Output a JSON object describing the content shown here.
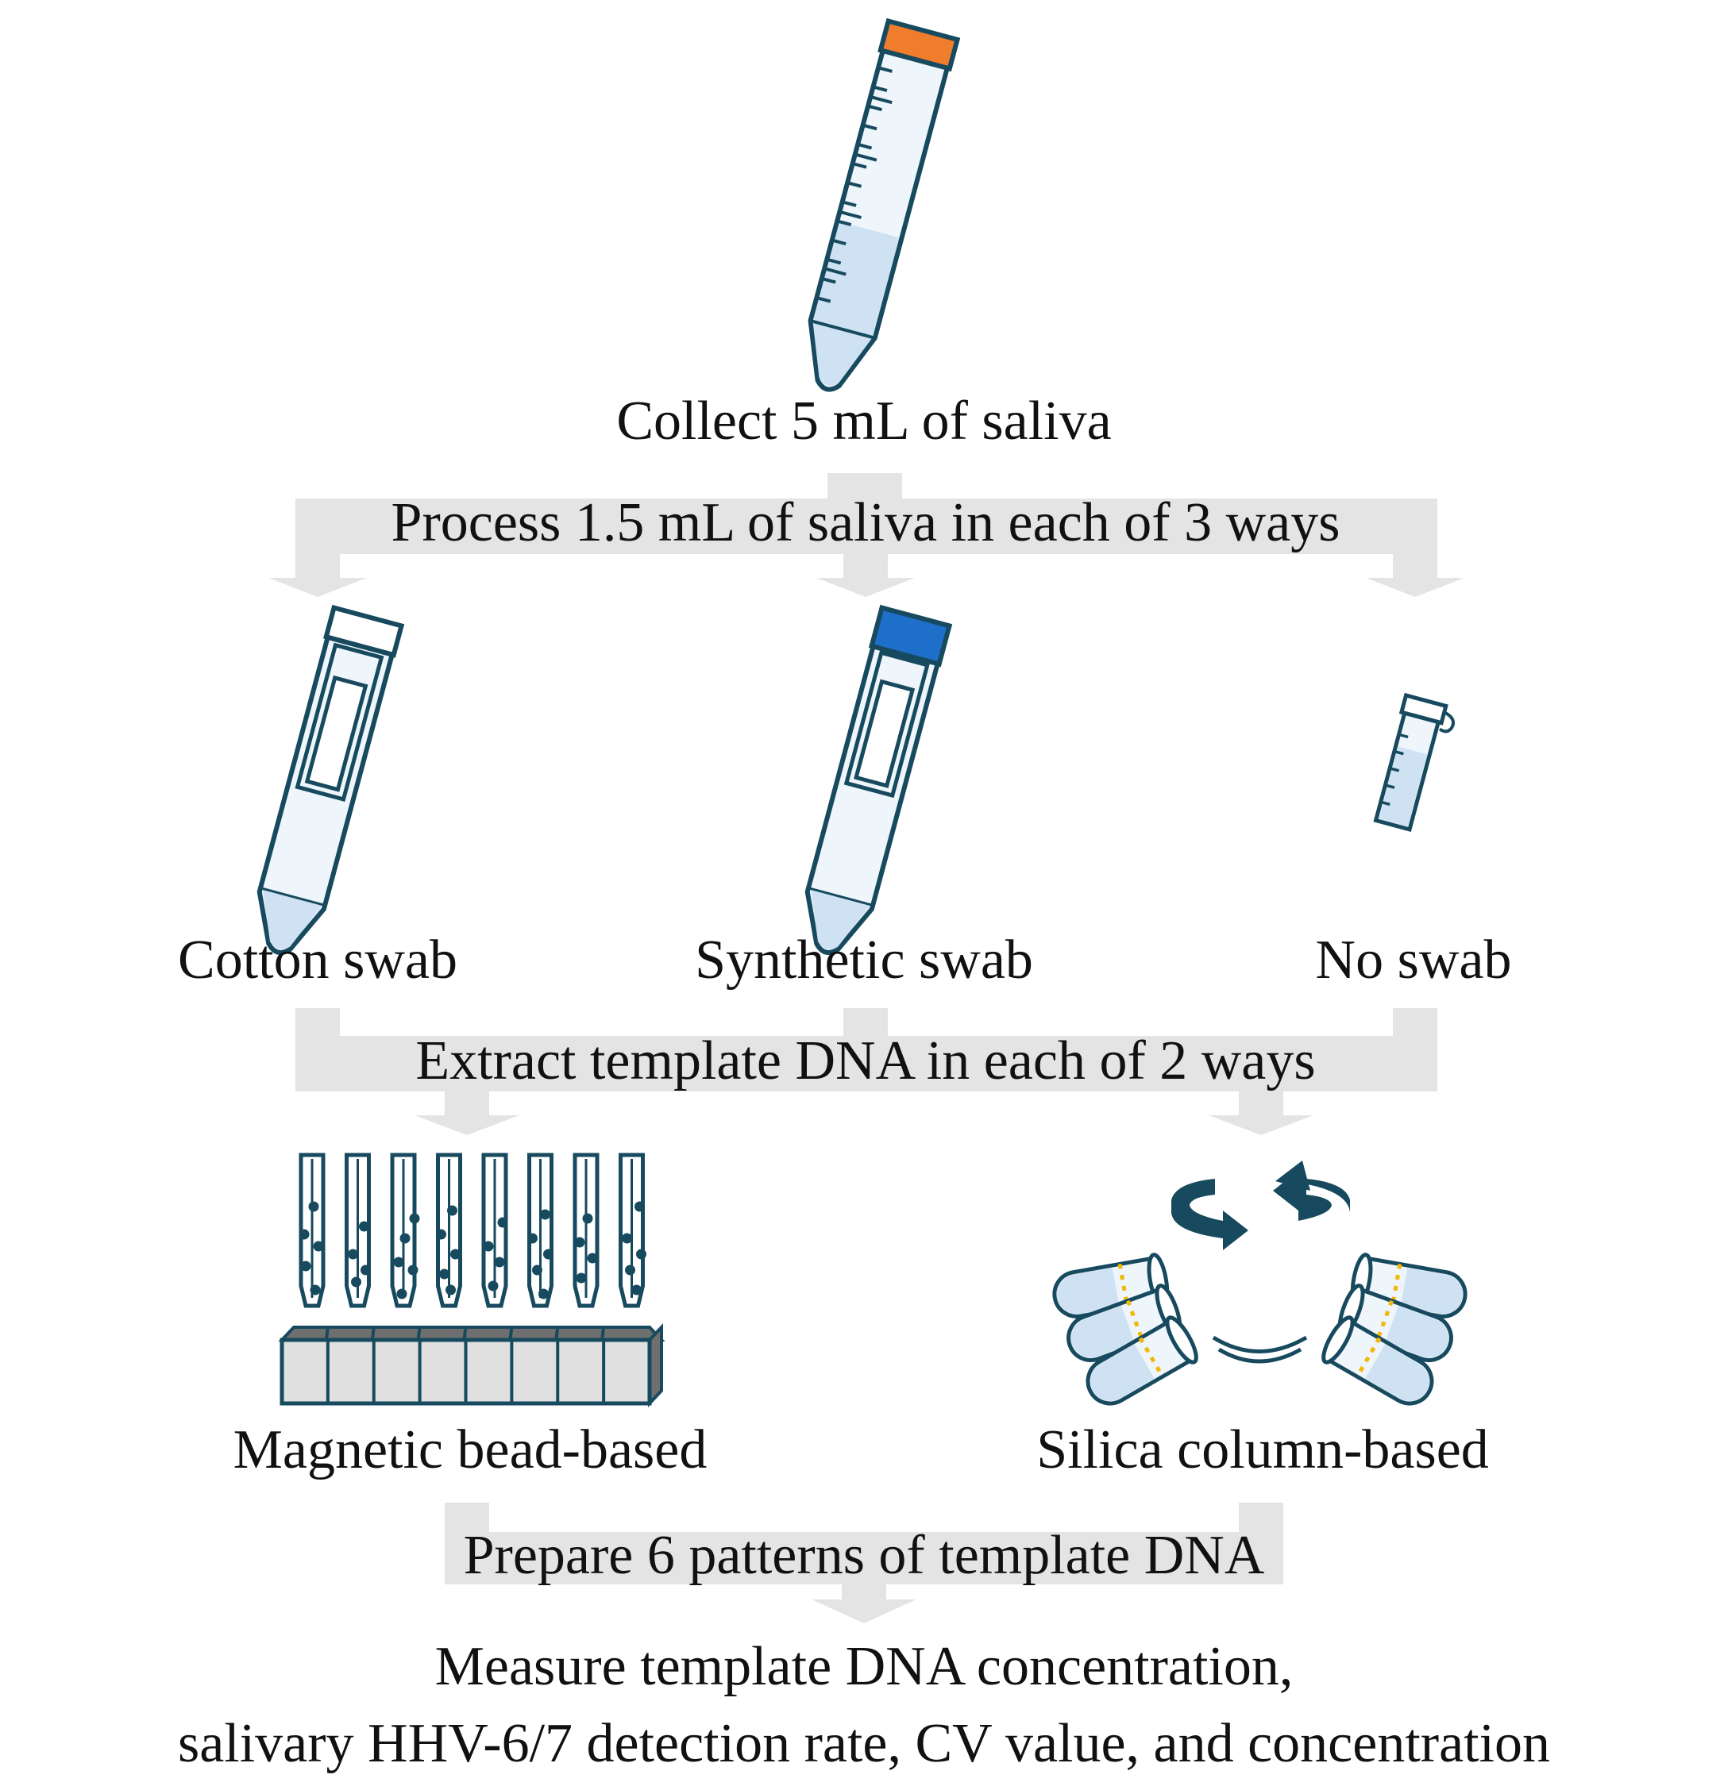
{
  "steps": {
    "collect": "Collect 5 mL of saliva",
    "process": "Process 1.5 mL of saliva in each of 3 ways",
    "extract": "Extract template DNA in each of 2 ways",
    "prepare": "Prepare 6 patterns of template DNA",
    "measure_line1": "Measure template DNA concentration,",
    "measure_line2": "salivary HHV-6/7 detection rate, CV value, and concentration"
  },
  "swab_options": {
    "cotton": "Cotton swab",
    "synthetic": "Synthetic swab",
    "none": "No swab"
  },
  "extraction_methods": {
    "magnetic": "Magnetic bead-based",
    "silica": "Silica column-based"
  },
  "colors": {
    "outline": "#174a5e",
    "tube_fill": "#eef5fb",
    "liquid": "#cfe2f3",
    "conical_cap": "#f07d2c",
    "synthetic_cap": "#1d6fc9",
    "flow_band": "#e4e4e4",
    "centrifuge_arrow": "#174a5e",
    "silica_marker": "#f2b807",
    "rack_fill": "#e0e0e0",
    "rack_top": "#6f6f6f"
  },
  "icons": {
    "saliva_tube": "conical-tube-icon",
    "cotton_swab_tube": "cotton-swab-tube-icon",
    "synthetic_swab_tube": "synthetic-swab-tube-icon",
    "no_swab_tube": "microtube-icon",
    "magnetic_rack": "magnetic-bead-rack-icon",
    "centrifuge": "centrifuge-icon"
  }
}
